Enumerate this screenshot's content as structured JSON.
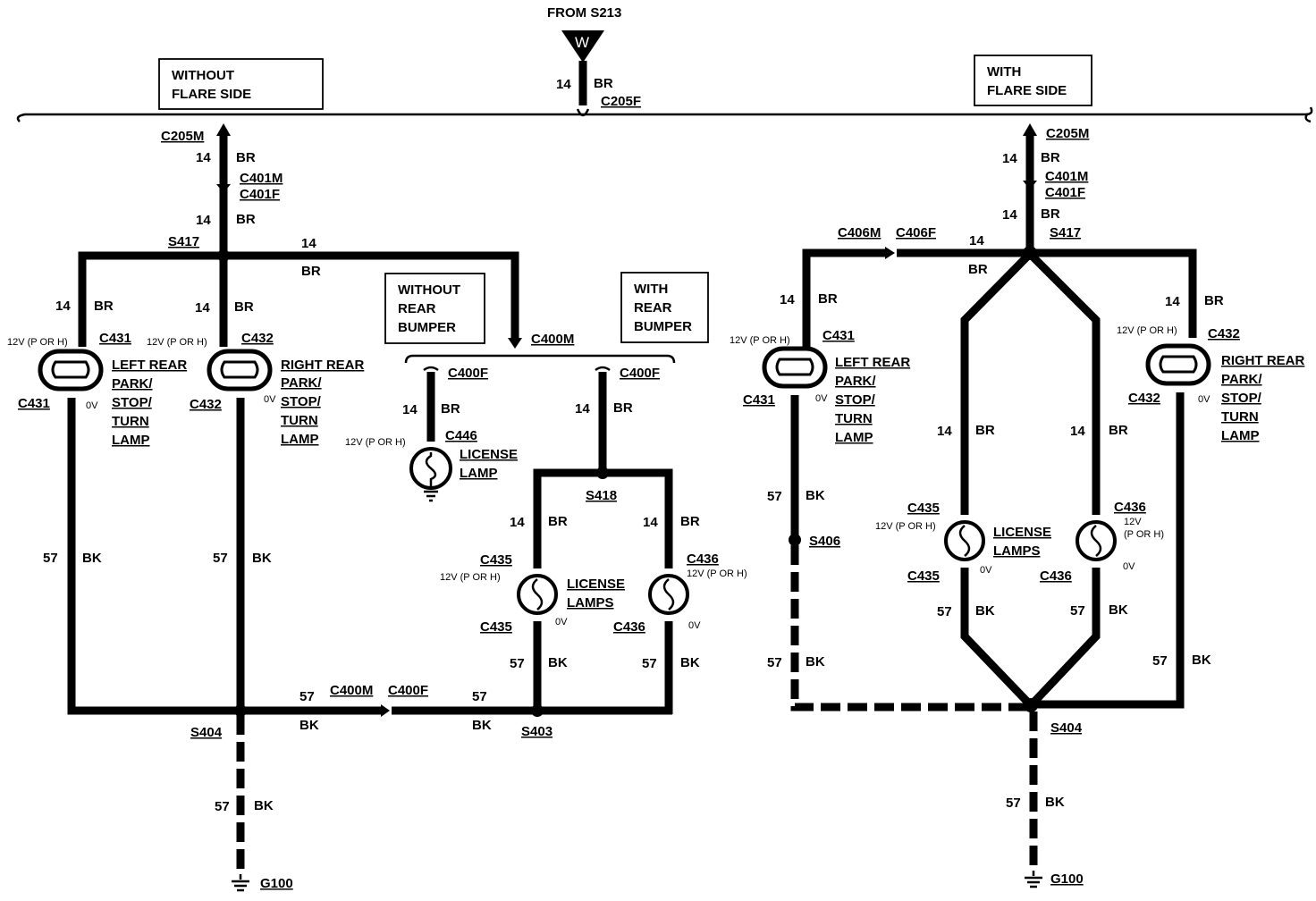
{
  "source": {
    "text": "FROM S213",
    "splice_letter": "W"
  },
  "main_bus": {
    "gauge": "14",
    "color": "BR",
    "connector": "C205F"
  },
  "left_variant": {
    "box_lines": [
      "WITHOUT",
      "FLARE SIDE"
    ],
    "feed": {
      "c205m": "C205M",
      "c401m": "C401M",
      "c401f": "C401F",
      "g1": "14",
      "c1": "BR",
      "g2": "14",
      "c2": "BR"
    },
    "s417": {
      "label": "S417",
      "gauge": "14",
      "color": "BR"
    },
    "left_lamp": {
      "branch_gauge": "14",
      "branch_color": "BR",
      "voltage": "12V (P OR H)",
      "conn_top": "C431",
      "conn_bottom": "C431",
      "zero": "0V",
      "name_lines": [
        "LEFT REAR",
        "PARK/",
        "STOP/",
        "TURN",
        "LAMP"
      ],
      "ret_gauge": "57",
      "ret_color": "BK"
    },
    "right_lamp": {
      "branch_gauge": "14",
      "branch_color": "BR",
      "voltage": "12V (P OR H)",
      "conn_top": "C432",
      "conn_bottom": "C432",
      "zero": "0V",
      "name_lines": [
        "RIGHT REAR",
        "PARK/",
        "STOP/",
        "TURN",
        "LAMP"
      ],
      "ret_gauge": "57",
      "ret_color": "BK"
    },
    "c400m": "C400M",
    "no_bumper": {
      "box_lines": [
        "WITHOUT",
        "REAR",
        "BUMPER"
      ],
      "conn_top": "C400F",
      "gauge": "14",
      "color": "BR",
      "voltage": "12V (P OR H)",
      "conn": "C446",
      "name_lines": [
        "LICENSE",
        "LAMP"
      ]
    },
    "with_bumper": {
      "box_lines": [
        "WITH",
        "REAR",
        "BUMPER"
      ],
      "conn_top": "C400F",
      "gauge": "14",
      "color": "BR",
      "s418": "S418",
      "left_gauge": "14",
      "left_color": "BR",
      "right_gauge": "14",
      "right_color": "BR",
      "c435_top": "C435",
      "c435_voltage": "12V (P OR H)",
      "c435_bottom": "C435",
      "zero_l": "0V",
      "c436_top": "C436",
      "c436_voltage": "12V (P OR H)",
      "c436_bottom": "C436",
      "zero_r": "0V",
      "name_lines": [
        "LICENSE",
        "LAMPS"
      ],
      "ret_l_gauge": "57",
      "ret_l_color": "BK",
      "ret_r_gauge": "57",
      "ret_r_color": "BK",
      "s403": "S403"
    },
    "ground_bus": {
      "s404": "S404",
      "g1": "57",
      "c1": "BK",
      "c400m": "C400M",
      "c400f": "C400F",
      "g2": "57",
      "c2": "BK",
      "down_gauge": "57",
      "down_color": "BK",
      "ground": "G100"
    }
  },
  "right_variant": {
    "box_lines": [
      "WITH",
      "FLARE SIDE"
    ],
    "feed": {
      "c205m": "C205M",
      "c401m": "C401M",
      "c401f": "C401F",
      "g1": "14",
      "c1": "BR",
      "g2": "14",
      "c2": "BR"
    },
    "s417": {
      "label": "S417",
      "c406m": "C406M",
      "c406f": "C406F",
      "gauge": "14",
      "color": "BR"
    },
    "left_lamp": {
      "branch_gauge": "14",
      "branch_color": "BR",
      "voltage": "12V (P OR H)",
      "conn_top": "C431",
      "conn_bottom": "C431",
      "zero": "0V",
      "name_lines": [
        "LEFT REAR",
        "PARK/",
        "STOP/",
        "TURN",
        "LAMP"
      ],
      "ret_gauge": "57",
      "ret_color": "BK",
      "s406": "S406",
      "ret2_gauge": "57",
      "ret2_color": "BK"
    },
    "right_lamp": {
      "branch_gauge": "14",
      "branch_color": "BR",
      "voltage": "12V (P OR H)",
      "conn_top": "C432",
      "conn_bottom": "C432",
      "zero": "0V",
      "name_lines": [
        "RIGHT REAR",
        "PARK/",
        "STOP/",
        "TURN",
        "LAMP"
      ],
      "ret_gauge": "57",
      "ret_color": "BK"
    },
    "license": {
      "l_gauge": "14",
      "l_color": "BR",
      "r_gauge": "14",
      "r_color": "BR",
      "c435_top": "C435",
      "c435_voltage": "12V (P OR H)",
      "c435_bottom": "C435",
      "zero_l": "0V",
      "c436_top": "C436",
      "c436_voltage_1": "12V",
      "c436_voltage_2": "(P OR H)",
      "c436_bottom": "C436",
      "zero_r": "0V",
      "name_lines": [
        "LICENSE",
        "LAMPS"
      ],
      "ret_l_gauge": "57",
      "ret_l_color": "BK",
      "ret_r_gauge": "57",
      "ret_r_color": "BK"
    },
    "ground": {
      "s404": "S404",
      "gauge": "57",
      "color": "BK",
      "ground": "G100"
    }
  }
}
